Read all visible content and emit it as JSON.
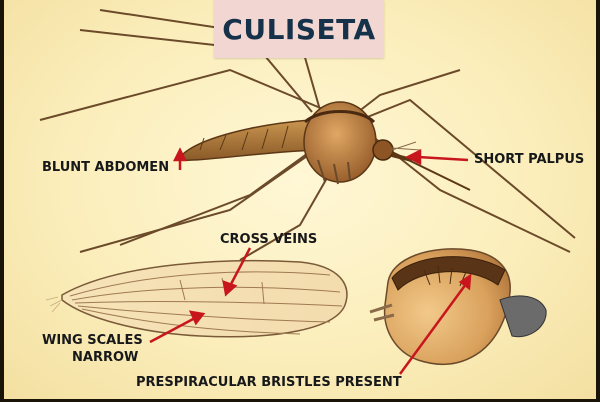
{
  "title": "CULISETA",
  "labels": {
    "blunt_abdomen": "BLUNT ABDOMEN",
    "short_palpus": "SHORT PALPUS",
    "cross_veins": "CROSS VEINS",
    "wing_scales_line1": "WING SCALES",
    "wing_scales_line2": "NARROW",
    "prespiracular": "PRESPIRACULAR BRISTLES PRESENT"
  },
  "colors": {
    "background": "#fbeebb",
    "title_box": "#f1d6d2",
    "title_text": "#15324a",
    "arrow": "#c8161d",
    "label_text": "#17181a"
  }
}
